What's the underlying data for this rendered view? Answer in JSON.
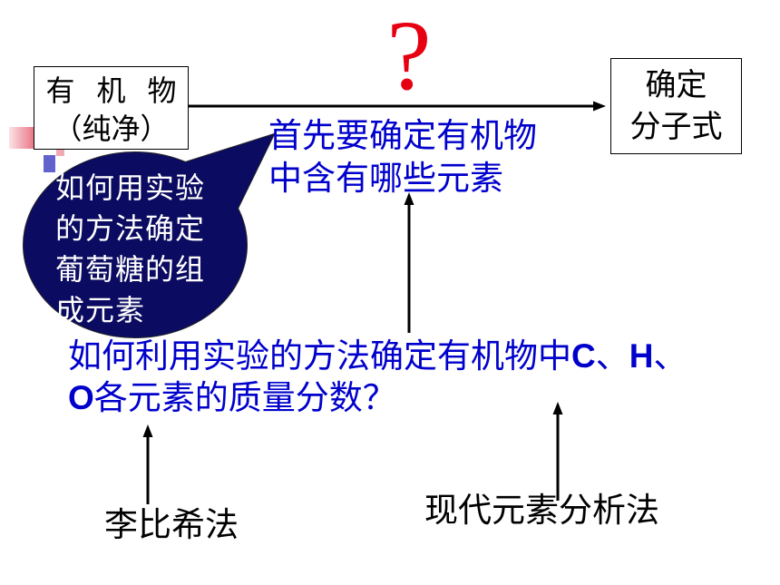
{
  "source_box": {
    "line1": "有 机 物",
    "line2": "（纯净）"
  },
  "question_mark": "?",
  "target_box": {
    "line1": "确定",
    "line2": "分子式"
  },
  "first_step": {
    "line1": "首先要确定有机物",
    "line2": "中含有哪些元素"
  },
  "callout": {
    "lines": [
      "如何用实验",
      "的方法确定",
      "葡萄糖的组",
      "成元素"
    ]
  },
  "question": {
    "line1_text": "如何利用实验的方法确定有机物中",
    "element_c": "C",
    "sep_1": "、",
    "element_h": "H",
    "sep_2": "、",
    "element_o": "O",
    "line2_text": "各元素的质量分数？"
  },
  "methods": {
    "liebig": "李比希法",
    "modern": "现代元素分析法"
  },
  "colors": {
    "text_blue": "#0000CC",
    "question_mark_red": "#E60012",
    "callout_fill": "#0B0B61",
    "callout_text": "#FFFFFF"
  }
}
